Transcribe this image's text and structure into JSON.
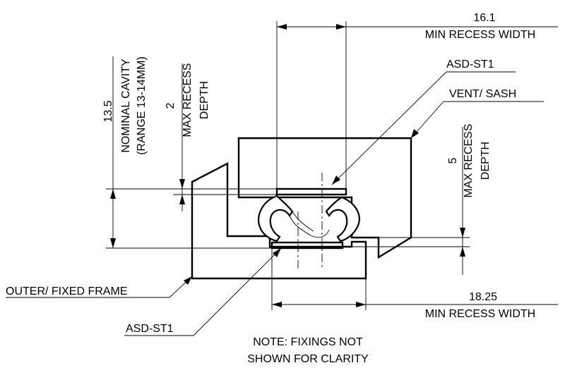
{
  "dimensions": {
    "top_width": {
      "value": "16.1",
      "label": "MIN RECESS WIDTH"
    },
    "bottom_width": {
      "value": "18.25",
      "label": "MIN RECESS WIDTH"
    },
    "cavity": {
      "value": "13.5",
      "label_line1": "NOMINAL CAVITY",
      "label_line2": "(RANGE 13-14MM)"
    },
    "left_depth": {
      "value": "2",
      "label_line1": "MAX RECESS",
      "label_line2": "DEPTH"
    },
    "right_depth": {
      "value": "5",
      "label_line1": "MAX RECESS",
      "label_line2": "DEPTH"
    }
  },
  "callouts": {
    "seal_top": "ASD-ST1",
    "vent_sash": "VENT/ SASH",
    "outer_frame": "OUTER/ FIXED FRAME",
    "seal_bottom": "ASD-ST1"
  },
  "note": {
    "line1": "NOTE: FIXINGS NOT",
    "line2": "SHOWN FOR CLARITY"
  }
}
